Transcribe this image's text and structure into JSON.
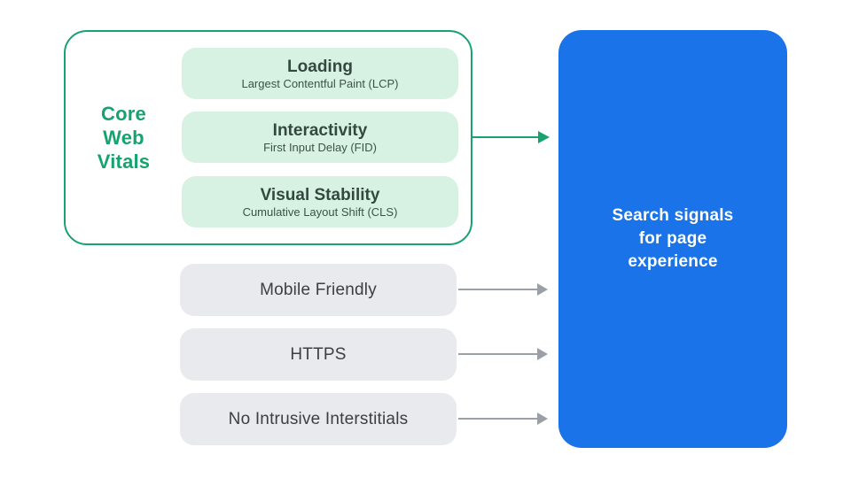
{
  "colors": {
    "green": "#17a36f",
    "green_light": "#d7f2e3",
    "blue": "#1a73e8",
    "gray_pill": "#e8eaed",
    "gray_arrow": "#9aa0a6",
    "title_text": "#33493f",
    "subtitle_text": "#3d5247",
    "gray_text": "#3c4043",
    "white": "#ffffff"
  },
  "core_web_vitals": {
    "label_lines": [
      "Core",
      "Web",
      "Vitals"
    ],
    "items": [
      {
        "title": "Loading",
        "subtitle": "Largest Contentful Paint (LCP)"
      },
      {
        "title": "Interactivity",
        "subtitle": "First Input Delay (FID)"
      },
      {
        "title": "Visual Stability",
        "subtitle": "Cumulative Layout Shift (CLS)"
      }
    ]
  },
  "other_signals": [
    {
      "label": "Mobile Friendly"
    },
    {
      "label": "HTTPS"
    },
    {
      "label": "No Intrusive Interstitials"
    }
  ],
  "result_box": {
    "lines": [
      "Search signals",
      "for page",
      "experience"
    ]
  }
}
